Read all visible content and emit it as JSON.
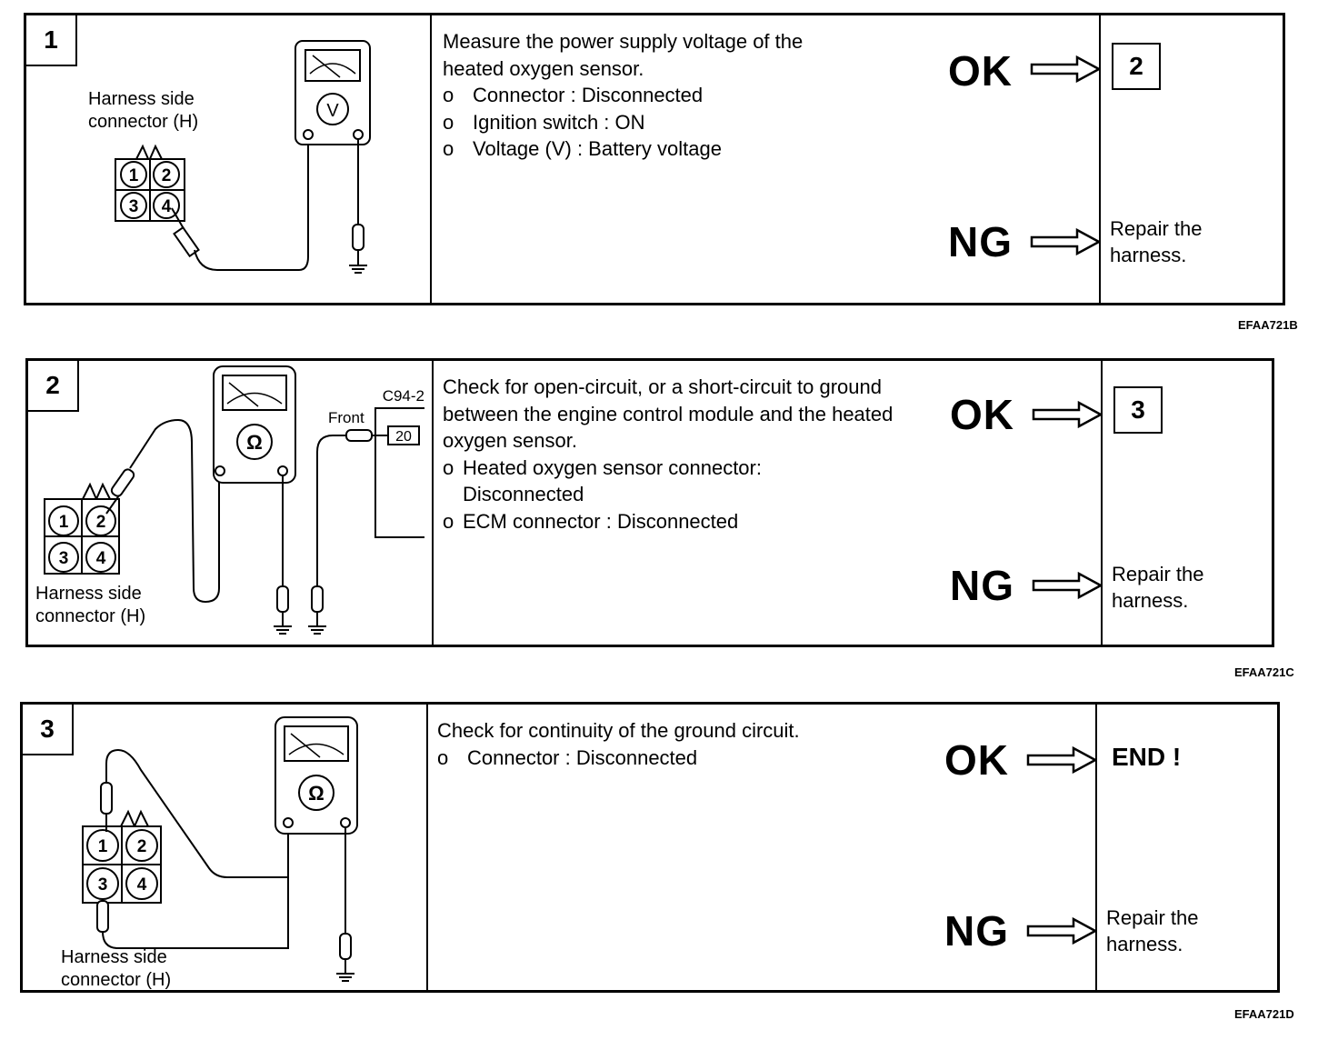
{
  "steps": [
    {
      "number": "1",
      "connector_label": "Harness side connector (H)",
      "meter_symbol": "V",
      "pins": [
        "1",
        "2",
        "3",
        "4"
      ],
      "text": "Measure the power supply voltage of the heated oxygen sensor.",
      "items": [
        "Connector : Disconnected",
        "Ignition switch : ON",
        "Voltage (V) : Battery voltage"
      ],
      "bullet": "o",
      "ok_label": "OK",
      "ng_label": "NG",
      "ok_result": "2",
      "ng_result": "Repair the harness.",
      "ref": "EFAA721B"
    },
    {
      "number": "2",
      "connector_label": "Harness side connector (H)",
      "meter_symbol": "Ω",
      "pins": [
        "1",
        "2",
        "3",
        "4"
      ],
      "ecm_connector": "C94-2",
      "front_label": "Front",
      "ecm_pin": "20",
      "text": "Check for open-circuit, or a short-circuit to ground between the engine control module and the heated oxygen sensor.",
      "items": [
        "Heated oxygen sensor connector: Disconnected",
        "ECM connector : Disconnected"
      ],
      "bullet": "o",
      "ok_label": "OK",
      "ng_label": "NG",
      "ok_result": "3",
      "ng_result": "Repair the harness.",
      "ref": "EFAA721C"
    },
    {
      "number": "3",
      "connector_label": "Harness side connector (H)",
      "meter_symbol": "Ω",
      "pins": [
        "1",
        "2",
        "3",
        "4"
      ],
      "text": "Check for continuity of the ground circuit.",
      "items": [
        "Connector : Disconnected"
      ],
      "bullet": "o",
      "ok_label": "OK",
      "ng_label": "NG",
      "ok_result": "END !",
      "ng_result": "Repair the harness.",
      "ref": "EFAA721D"
    }
  ]
}
